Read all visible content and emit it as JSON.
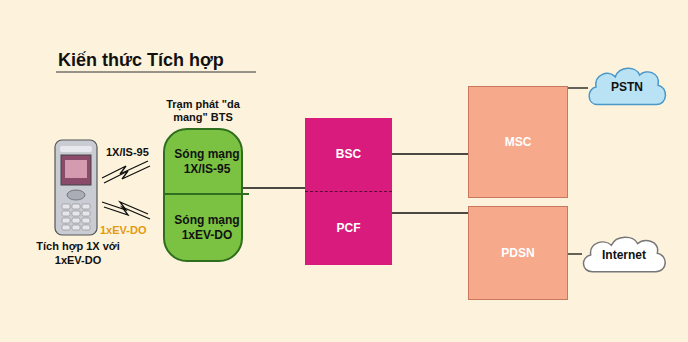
{
  "diagram": {
    "title": "Kiến thức Tích hợp",
    "nodes": [
      {
        "text": [
          "Trạm phát \"da mang\" BTS"
        ]
      },
      {
        "text": [
          "Sóng mạng 1X/IS-95"
        ],
        "in": 0
      },
      {
        "text": [
          "Sóng mạng 1xEV-DO"
        ],
        "in": 0
      },
      {
        "text": [
          "BSC"
        ]
      },
      {
        "text": [
          "PCF"
        ]
      },
      {
        "text": [
          "MSC"
        ]
      },
      {
        "text": [
          "PSTN"
        ]
      },
      {
        "text": [
          "PDSN"
        ]
      },
      {
        "text": [
          "Internet"
        ]
      }
    ],
    "edges": [
      {
        "from": 0,
        "to": 3,
        "arrow": "none"
      },
      {
        "from": 3,
        "to": 5,
        "arrow": "none"
      },
      {
        "from": 5,
        "to": 6,
        "arrow": "none"
      },
      {
        "from": 4,
        "to": 7,
        "arrow": "none"
      },
      {
        "from": 7,
        "to": 8,
        "arrow": "none"
      }
    ],
    "labels": [
      "1X/IS-95",
      "1xEV-DO",
      "Tích hợp 1X với 1xEV-DO"
    ]
  }
}
